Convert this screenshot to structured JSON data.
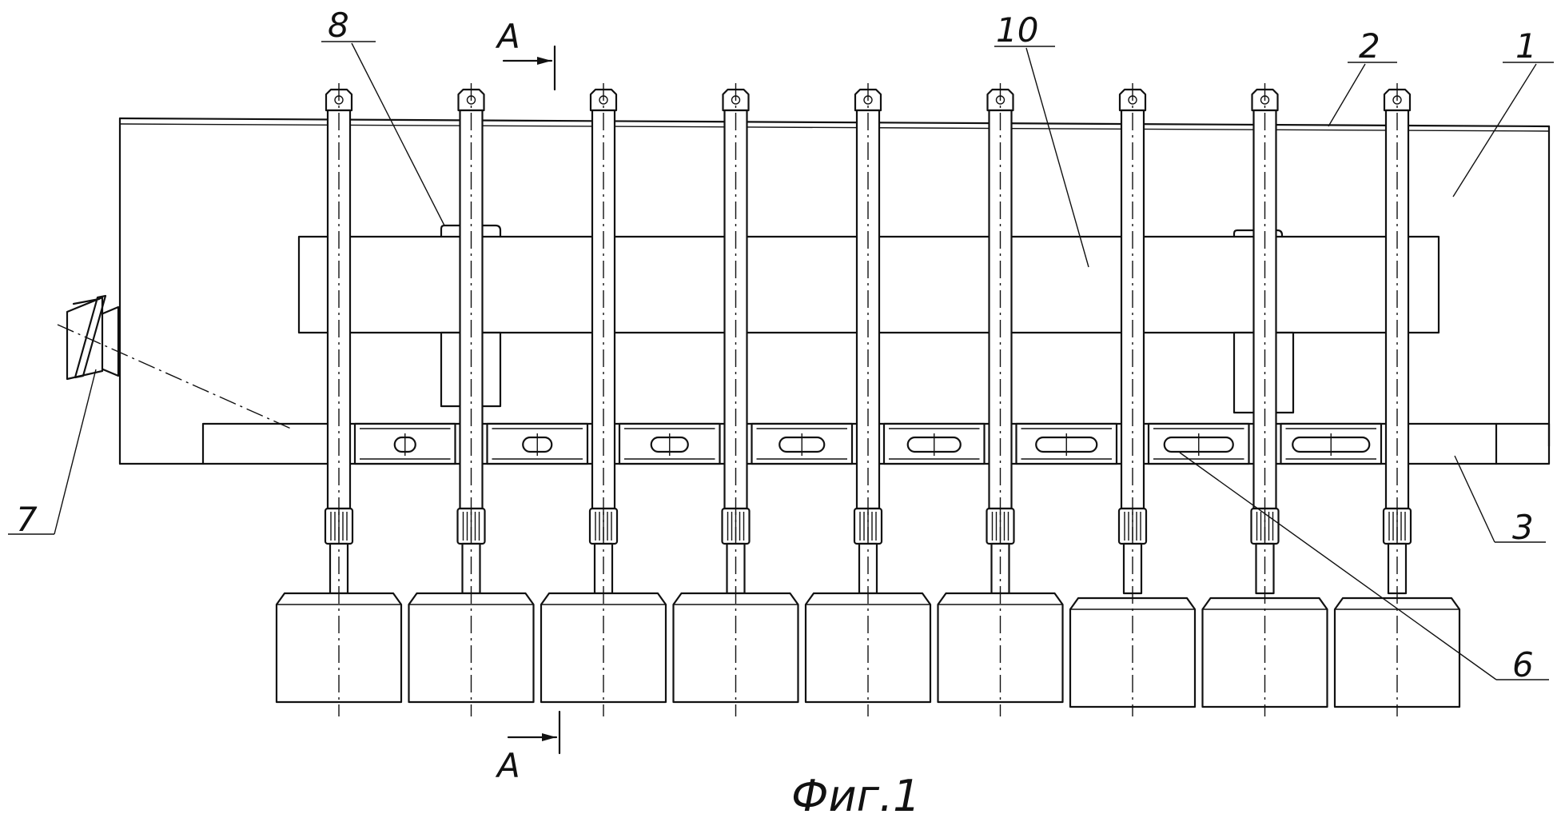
{
  "figure": {
    "caption": "Фиг.1",
    "section_mark_top": "A",
    "section_mark_bottom": "A",
    "callouts": {
      "c1": "1",
      "c2": "2",
      "c3": "3",
      "c6": "6",
      "c7": "7",
      "c8": "8",
      "c10": "10"
    },
    "rod_count": 9,
    "slot_count": 8,
    "line_color": "#111111"
  }
}
